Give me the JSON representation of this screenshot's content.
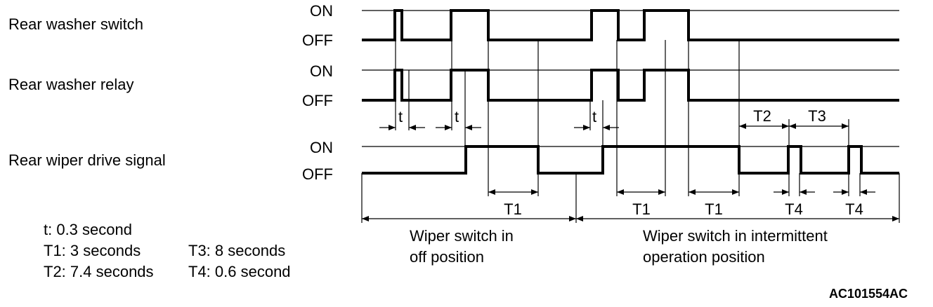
{
  "signals": {
    "washer_switch": {
      "label": "Rear washer switch",
      "on": "ON",
      "off": "OFF"
    },
    "washer_relay": {
      "label": "Rear washer relay",
      "on": "ON",
      "off": "OFF"
    },
    "wiper_drive": {
      "label": "Rear wiper drive signal",
      "on": "ON",
      "off": "OFF"
    }
  },
  "interval_labels": {
    "t": "t",
    "T1": "T1",
    "T2": "T2",
    "T3": "T3",
    "T4": "T4"
  },
  "legend": {
    "t": "t: 0.3 second",
    "T1": "T1: 3 seconds",
    "T2": "T2: 7.4 seconds",
    "T3": "T3: 8 seconds",
    "T4": "T4: 0.6 second"
  },
  "modes": {
    "off_line1": "Wiper switch in",
    "off_line2": "off position",
    "int_line1": "Wiper switch in intermittent",
    "int_line2": "operation position"
  },
  "figure_code": "AC101554AC"
}
